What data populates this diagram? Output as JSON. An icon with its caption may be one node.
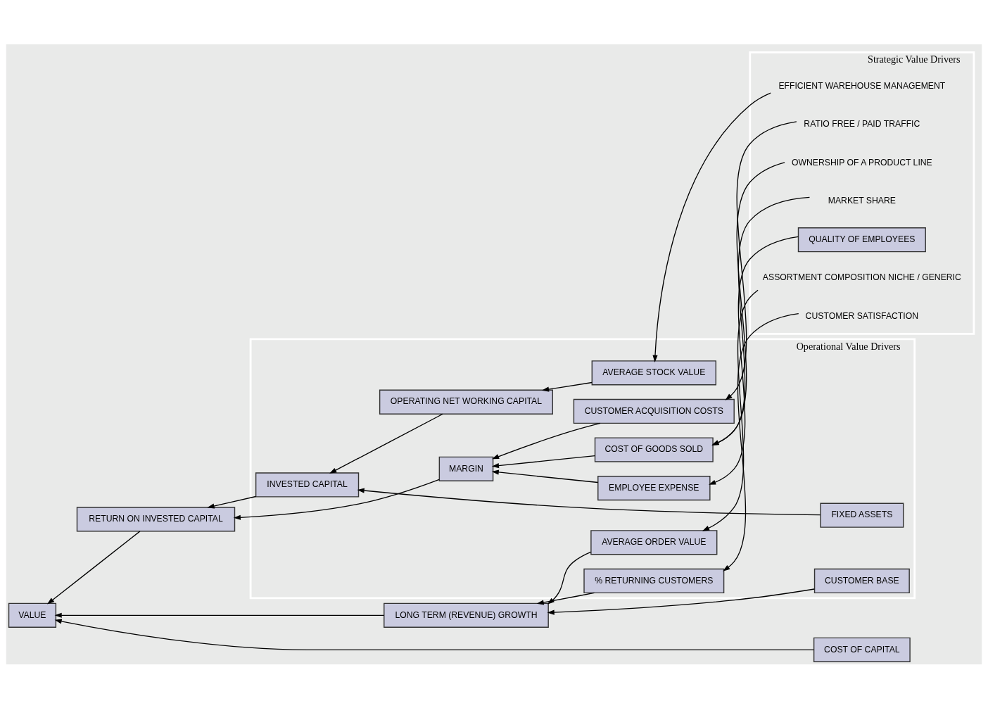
{
  "diagram": {
    "nodes": [
      {
        "text": [
          "Operational Value Drivers"
        ]
      },
      {
        "text": [
          "Strategic Value Drivers"
        ]
      },
      {
        "text": [
          "VALUE"
        ]
      },
      {
        "text": [
          "LONG TERM (REVENUE) GROWTH"
        ]
      },
      {
        "text": [
          "RETURN ON INVESTED CAPITAL"
        ]
      },
      {
        "text": [
          "COST OF CAPITAL"
        ]
      },
      {
        "text": [
          "AVERAGE ORDER VALUE"
        ],
        "in": 0
      },
      {
        "text": [
          "% RETURNING CUSTOMERS"
        ],
        "in": 0
      },
      {
        "text": [
          "CUSTOMER BASE"
        ],
        "in": 0
      },
      {
        "text": [
          "MARGIN"
        ],
        "in": 0
      },
      {
        "text": [
          "COST OF GOODS SOLD"
        ],
        "in": 0
      },
      {
        "text": [
          "EMPLOYEE EXPENSE"
        ],
        "in": 0
      },
      {
        "text": [
          "CUSTOMER ACQUISITION COSTS"
        ],
        "in": 0
      },
      {
        "text": [
          "INVESTED CAPITAL"
        ],
        "in": 0
      },
      {
        "text": [
          "OPERATING NET WORKING CAPITAL"
        ],
        "in": 0
      },
      {
        "text": [
          "AVERAGE STOCK VALUE"
        ],
        "in": 0
      },
      {
        "text": [
          "FIXED ASSETS"
        ],
        "in": 0
      },
      {
        "text": [
          "ASSORTMENT COMPOSITION NICHE / GENERIC"
        ],
        "in": 1
      },
      {
        "text": [
          "CUSTOMER SATISFACTION"
        ],
        "in": 1
      },
      {
        "text": [
          "OWNERSHIP OF A PRODUCT LINE"
        ],
        "in": 1
      },
      {
        "text": [
          "MARKET SHARE"
        ],
        "in": 1
      },
      {
        "text": [
          "QUALITY OF EMPLOYEES"
        ],
        "in": 1
      },
      {
        "text": [
          "RATIO FREE / PAID TRAFFIC"
        ],
        "in": 1
      },
      {
        "text": [
          "EFFICIENT WAREHOUSE MANAGEMENT"
        ],
        "in": 1
      }
    ],
    "edges": [
      {
        "from": 3,
        "to": 2,
        "arrow": "to"
      },
      {
        "from": 4,
        "to": 2,
        "arrow": "to"
      },
      {
        "from": 5,
        "to": 2,
        "arrow": "to"
      },
      {
        "from": 6,
        "to": 3,
        "arrow": "to"
      },
      {
        "from": 7,
        "to": 3,
        "arrow": "to"
      },
      {
        "from": 8,
        "to": 3,
        "arrow": "to"
      },
      {
        "from": 9,
        "to": 4,
        "arrow": "to"
      },
      {
        "from": 13,
        "to": 4,
        "arrow": "to"
      },
      {
        "from": 10,
        "to": 9,
        "arrow": "to"
      },
      {
        "from": 11,
        "to": 9,
        "arrow": "to"
      },
      {
        "from": 12,
        "to": 9,
        "arrow": "to"
      },
      {
        "from": 14,
        "to": 13,
        "arrow": "to"
      },
      {
        "from": 16,
        "to": 13,
        "arrow": "to"
      },
      {
        "from": 15,
        "to": 14,
        "arrow": "to"
      },
      {
        "from": 17,
        "to": 6,
        "arrow": "to"
      },
      {
        "from": 18,
        "to": 7,
        "arrow": "to"
      },
      {
        "from": 19,
        "to": 10,
        "arrow": "to"
      },
      {
        "from": 20,
        "to": 10,
        "arrow": "to"
      },
      {
        "from": 21,
        "to": 11,
        "arrow": "to"
      },
      {
        "from": 22,
        "to": 12,
        "arrow": "to"
      },
      {
        "from": 23,
        "to": 15,
        "arrow": "to"
      }
    ]
  }
}
